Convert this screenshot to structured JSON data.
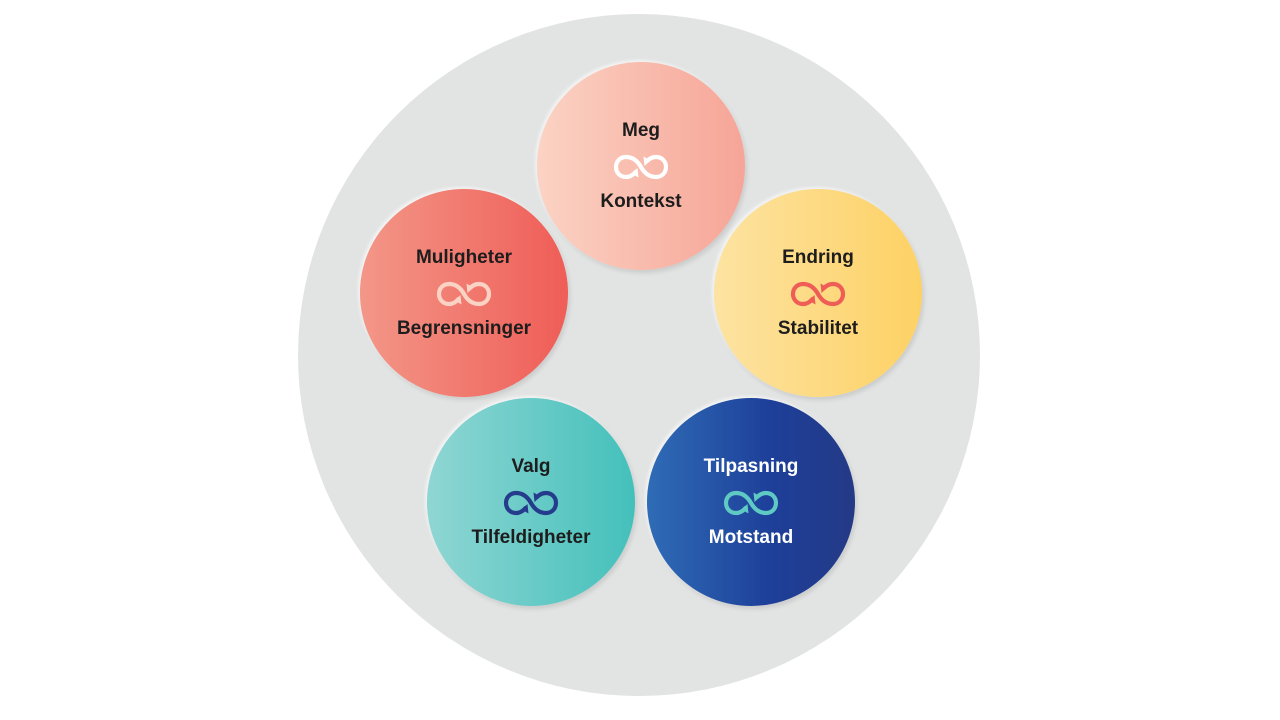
{
  "diagram": {
    "nodes": [
      {
        "id": "meg",
        "top": "Meg",
        "bottom": "Kontekst",
        "icon": "infinity-loop-icon",
        "icon_color": "#ffffff"
      },
      {
        "id": "endring",
        "top": "Endring",
        "bottom": "Stabilitet",
        "icon": "infinity-loop-icon",
        "icon_color": "#ef5d57"
      },
      {
        "id": "muligheter",
        "top": "Muligheter",
        "bottom": "Begrensninger",
        "icon": "infinity-loop-icon",
        "icon_color": "#fbd3c4"
      },
      {
        "id": "valg",
        "top": "Valg",
        "bottom": "Tilfeldigheter",
        "icon": "infinity-loop-icon",
        "icon_color": "#253c8c"
      },
      {
        "id": "tilpasning",
        "top": "Tilpasning",
        "bottom": "Motstand",
        "icon": "infinity-loop-icon",
        "icon_color": "#5fc9c4"
      }
    ],
    "colors": {
      "backdrop": "#e2e3e3",
      "meg": "#f6a597",
      "endring": "#fdd164",
      "muligheter": "#ef5d57",
      "valg": "#44c0bb",
      "tilpasning": "#1d3f99"
    }
  }
}
